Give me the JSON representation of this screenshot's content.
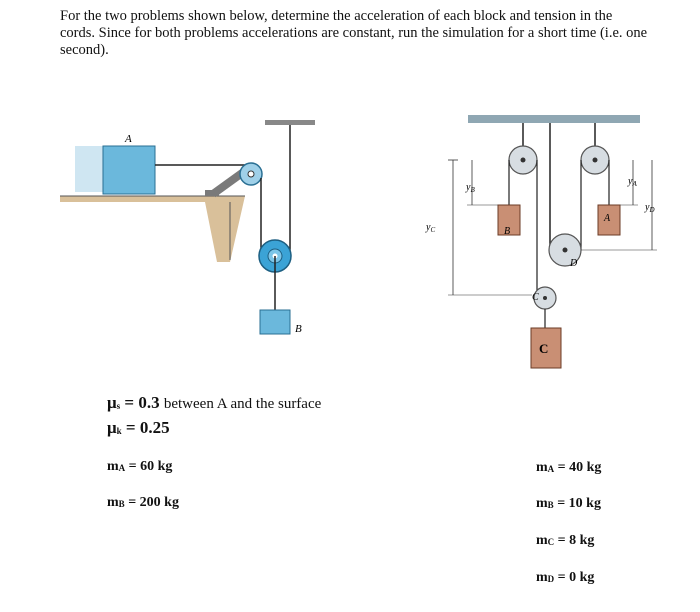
{
  "instructions": "For the two problems shown below, determine the acceleration of each block and tension in the cords. Since for both problems accelerations are constant, run the simulation for a short time (i.e. one second).",
  "problem1": {
    "label_a": "A",
    "label_b": "B",
    "mu_s": {
      "symbol": "μ",
      "sub": "s",
      "value": "= 0.3",
      "note": "between A and the surface"
    },
    "mu_k": {
      "symbol": "μ",
      "sub": "k",
      "value": "= 0.25"
    },
    "masses": [
      {
        "symbol": "m",
        "sub": "A",
        "value": "= 60 kg"
      },
      {
        "symbol": "m",
        "sub": "B",
        "value": "= 200 kg"
      }
    ]
  },
  "problem2": {
    "label_a": "A",
    "label_b": "B",
    "label_c_block": "C",
    "label_c_pulley": "C",
    "label_d_pulley": "D",
    "dim_ya": "y",
    "dim_ya_sub": "A",
    "dim_yb": "y",
    "dim_yb_sub": "B",
    "dim_yc": "y",
    "dim_yc_sub": "C",
    "dim_yd": "y",
    "dim_yd_sub": "D",
    "masses": [
      {
        "symbol": "m",
        "sub": "A",
        "value": "= 40 kg"
      },
      {
        "symbol": "m",
        "sub": "B",
        "value": "= 10 kg"
      },
      {
        "symbol": "m",
        "sub": "C",
        "value": "= 8 kg"
      },
      {
        "symbol": "m",
        "sub": "D",
        "value": "= 0 kg"
      }
    ]
  }
}
